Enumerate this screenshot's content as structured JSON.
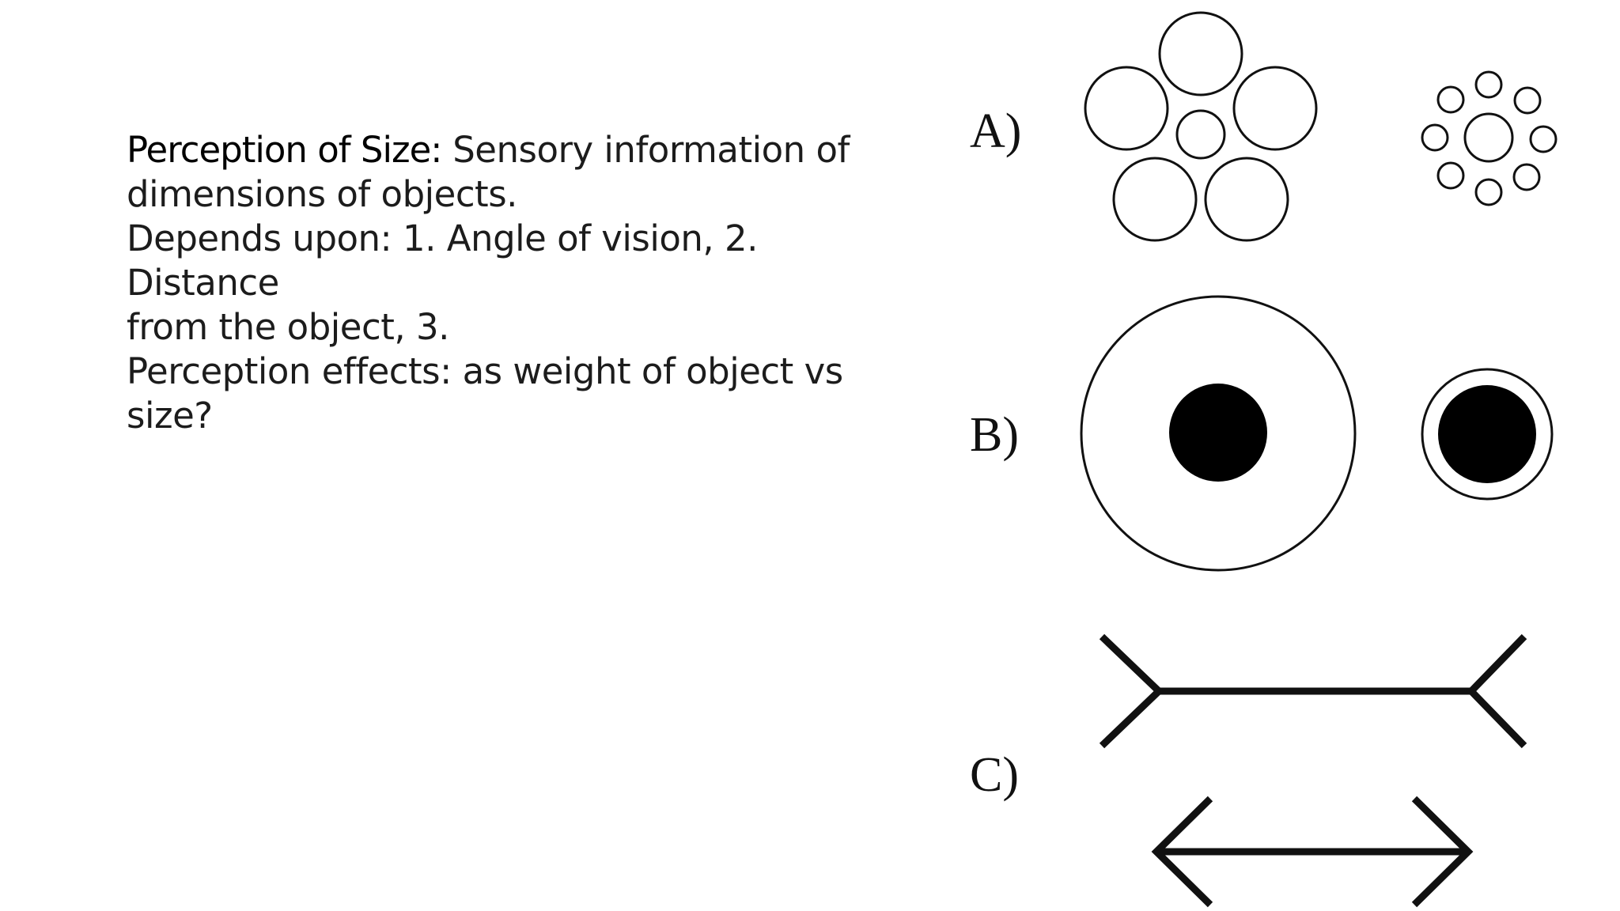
{
  "text": {
    "lead_bold": "Perception of Size:",
    "line1_rest": " Sensory information of",
    "line2": "dimensions of objects.",
    "line3": "Depends upon: 1. Angle of vision, 2. Distance",
    "line4": "from the object, 3.",
    "line5": "Perception effects: as weight of object vs size?"
  },
  "figure": {
    "label_a": "A)",
    "label_b": "B)",
    "label_c": "C)",
    "stroke_color": "#111111",
    "fill_dark": "#000000"
  }
}
